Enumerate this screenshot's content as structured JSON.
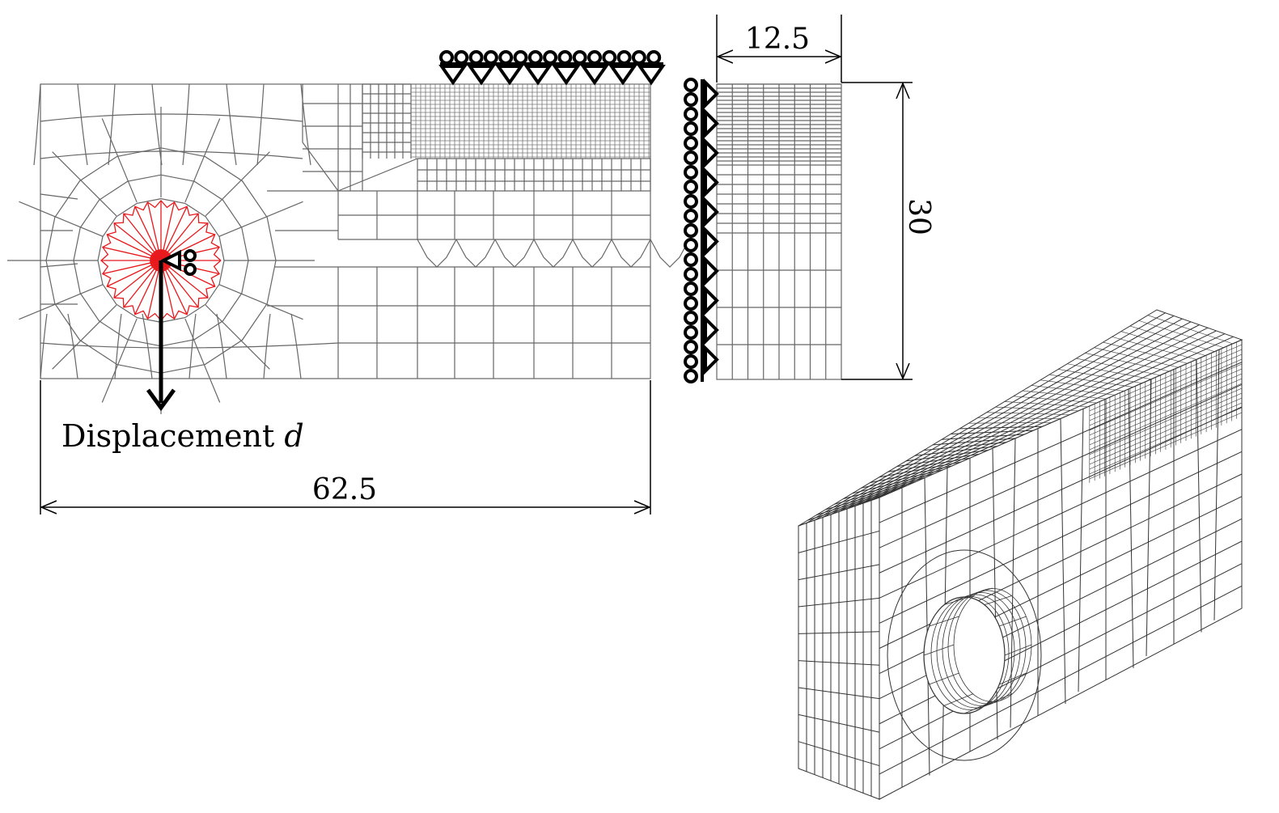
{
  "figure": {
    "label_prefix": "Displacement ",
    "label_symbol": "d",
    "dim_length": "62.5",
    "dim_width": "12.5",
    "dim_height": "30"
  },
  "colors": {
    "mesh": "#666666",
    "load_arrows": "#e8191c",
    "supports": "#000000",
    "background": "#ffffff"
  }
}
